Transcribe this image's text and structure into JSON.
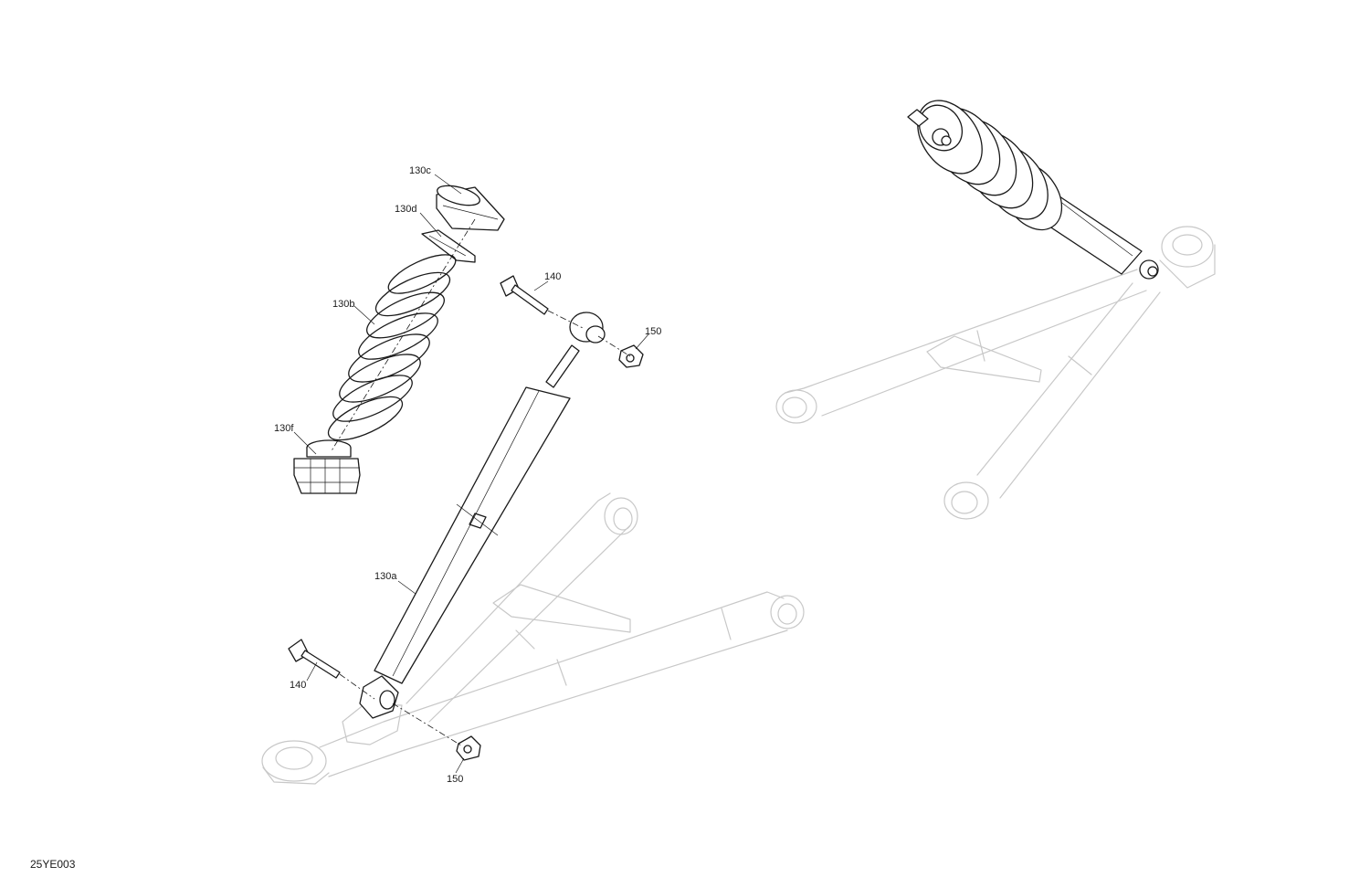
{
  "figure_code": "25YE003",
  "callouts": {
    "c130c": "130c",
    "c130d": "130d",
    "c130b": "130b",
    "c130f": "130f",
    "c130a": "130a",
    "c140_top": "140",
    "c150_top": "150",
    "c140_bottom": "140",
    "c150_bottom": "150"
  }
}
